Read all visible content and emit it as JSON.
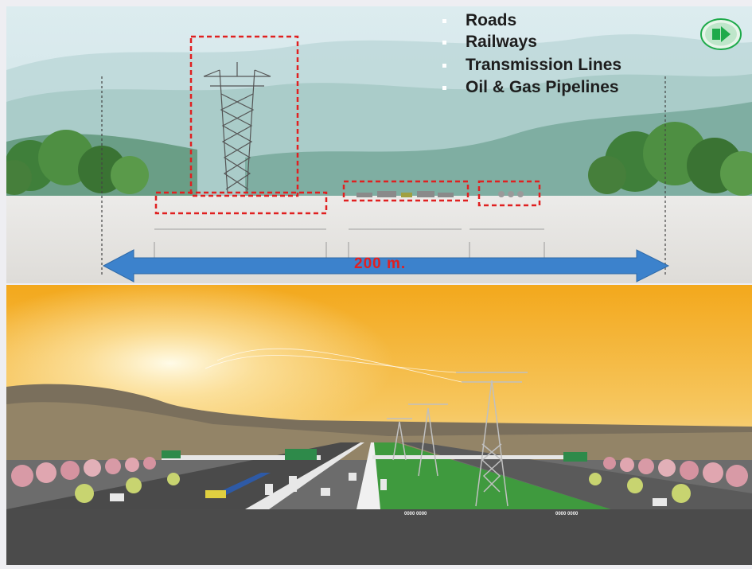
{
  "legend": {
    "items": [
      "Roads",
      "Railways",
      "Transmission Lines",
      "Oil & Gas Pipelines"
    ]
  },
  "corridor": {
    "width_label": "200 m."
  },
  "navigation": {
    "next_button_icon": "next-arrow-icon"
  },
  "colors": {
    "highlight_box": "#e02020",
    "width_arrow": "#3c82cc",
    "next_button": "#1eaa4a",
    "sky_sunset": "#f2a81a"
  },
  "bottom_road_labels": [
    "0000 0000",
    "0000 0000"
  ]
}
